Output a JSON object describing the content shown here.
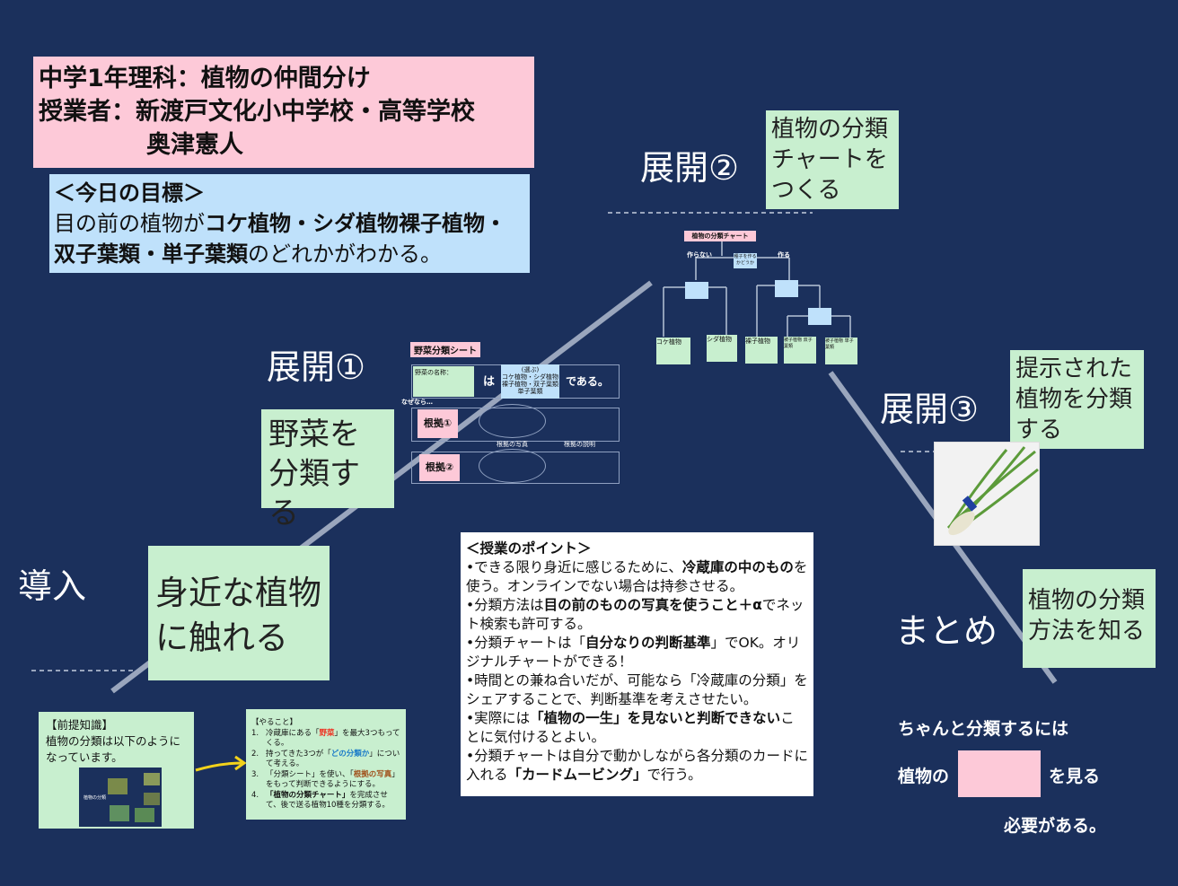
{
  "title": {
    "line1": "中学1年理科：植物の仲間分け",
    "line2": "授業者：新渡戸文化小中学校・高等学校",
    "line3": "奥津憲人"
  },
  "goal": {
    "heading": "＜今日の目標＞",
    "pre": "目の前の植物が",
    "bold": "コケ植物・シダ植物裸子植物・双子葉類・単子葉類",
    "post": "のどれかがわかる。"
  },
  "stages": {
    "intro": "導入",
    "dev1": "展開①",
    "dev2": "展開②",
    "dev3": "展開③",
    "summary": "まとめ"
  },
  "boxes": {
    "intro": "身近な植物に触れる",
    "dev1": "野菜を分類する",
    "dev2": "植物の分類チャートをつくる",
    "dev3": "提示された植物を分類する",
    "summary": "植物の分類方法を知る"
  },
  "sheet": {
    "title": "野菜分類シート",
    "name_label": "野菜の名称：",
    "wa": "は",
    "choices_head": "(選ぶ)",
    "choices": "コケ植物・シダ植物 裸子植物・双子葉類 単子葉類",
    "dearu": "である。",
    "nazenara": "なぜなら…",
    "reason1": "根拠①",
    "reason2": "根拠②",
    "photo": "根拠の写真",
    "explain": "根拠の説明"
  },
  "chart": {
    "title": "植物の分類チャート",
    "root": "種子を作るかどうか",
    "no": "作らない",
    "yes": "作る",
    "leaves": [
      "コケ植物",
      "シダ植物",
      "裸子植物",
      "被子植物 双子葉類",
      "被子植物 単子葉類"
    ]
  },
  "prior": {
    "heading": "【前提知識】",
    "text": "植物の分類は以下のようになっています。",
    "diagram_label": "植物の分類"
  },
  "todo": {
    "heading": "【やること】",
    "items": [
      {
        "n": "1.",
        "a": "冷蔵庫にある「",
        "r": "野菜",
        "b": "」を最大3つもってくる。"
      },
      {
        "n": "2.",
        "a": "持ってきた3つが「",
        "r": "どの分類か",
        "b": "」について考える。"
      },
      {
        "n": "3.",
        "a": "「分類シート」を使い、「",
        "r": "根拠の写真",
        "b": "」をもって判断できるようにする。"
      },
      {
        "n": "4.",
        "a": "「植物の分類チャート」",
        "r": "",
        "b": "を完成させて、後で送る植物10種を分類する。"
      }
    ]
  },
  "points": {
    "heading": "＜授業のポイント＞",
    "items": [
      {
        "a": "できる限り身近に感じるために、",
        "b": "冷蔵庫の中のもの",
        "c": "を使う。オンラインでない場合は持参させる。"
      },
      {
        "a": "分類方法は",
        "b": "目の前のものの写真を使うこと＋α",
        "c": "でネット検索も許可する。"
      },
      {
        "a": "分類チャートは「",
        "b": "自分なりの判断基準",
        "c": "」でOK。オリジナルチャートができる！"
      },
      {
        "a": "時間との兼ね合いだが、可能なら「冷蔵庫の分類」をシェアすることで、判断基準を考えさせたい。",
        "b": "",
        "c": ""
      },
      {
        "a": "実際には",
        "b": "「植物の一生」を見ないと判断できない",
        "c": "ことに気付けるとよい。"
      },
      {
        "a": "分類チャートは自分で動かしながら各分類のカードに入れる",
        "b": "「カードムービング」",
        "c": "で行う。"
      }
    ]
  },
  "summary_note": {
    "line1": "ちゃんと分類するには",
    "pre": "植物の",
    "post": "を見る",
    "line3": "必要がある。"
  },
  "colors": {
    "bg": "#1b305c",
    "green": "#c8efcf",
    "pink": "#fdc9d8",
    "blue": "#bfe1fb"
  }
}
